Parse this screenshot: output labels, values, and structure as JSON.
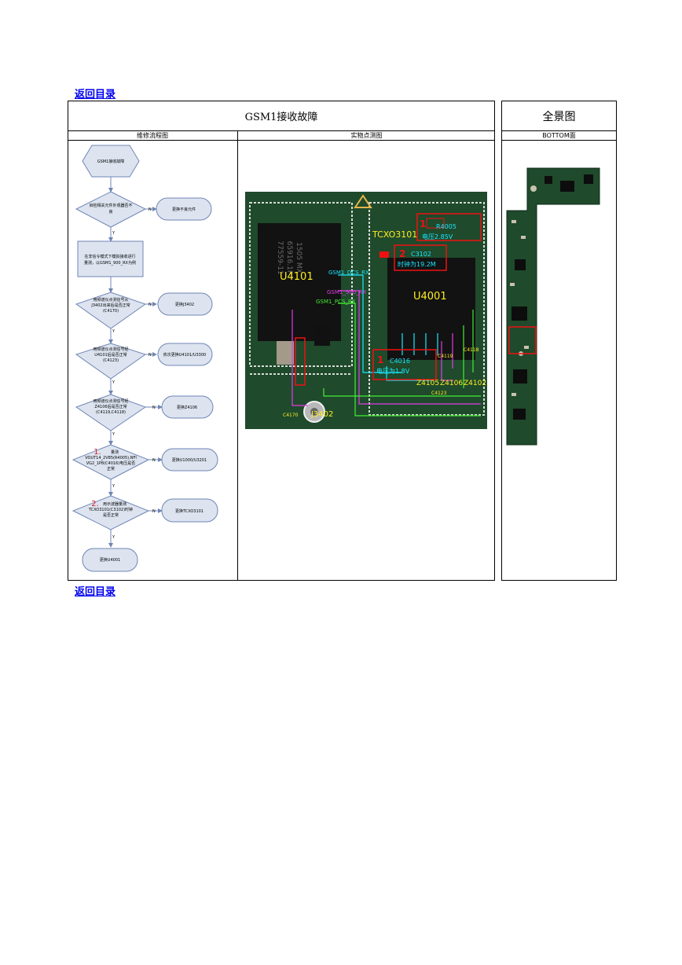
{
  "toc_link": "返回目录",
  "table": {
    "title": "GSM1接收故障",
    "panorama_title": "全景图",
    "col_flow": "维修流程图",
    "col_photo": "实物点测图",
    "col_board": "BOTTOM面"
  },
  "flow": {
    "start": "GSM1接收故障",
    "q1": [
      "目检相关元件外观器否不",
      "良"
    ],
    "a1": "更换不良元件",
    "note": [
      "在非信令模式下模拟接收进行",
      "量测，以GSM1_900_RX为例"
    ],
    "q2": [
      "用频谱仪点测信号从",
      "J3402出来后是否正常",
      "(C4170)"
    ],
    "a2": "更换J3402",
    "q3": [
      "用频谱仪点测信号经",
      "U4101后是否正常",
      "(C4123)"
    ],
    "a3": "依次更换U4101/U3300",
    "q4": [
      "用频谱仪点测信号经",
      "Z4106后是否正常",
      "(C4119,C4118)"
    ],
    "a4": "更换Z4106",
    "q5_num": "1.",
    "q5": [
      "量测",
      "VOUT14_2V85(R4005),NFI",
      "VG2_1P8(C4016)电压是否",
      "正常"
    ],
    "a5": "更换U1000/U3201",
    "q6_num": "2.",
    "q6": [
      "用示波器量测",
      "TCXO3101(C3102)时钟",
      "是否正常"
    ],
    "a6": "更换TCXO3101",
    "end": "更换U4001",
    "yes": "Y",
    "no": "N"
  },
  "photo": {
    "chip_left": "U4101",
    "chip_left_marking": [
      "77559-11",
      "65916.1P",
      "1505 MX"
    ],
    "chip_right": "U4001",
    "tcxo": "TCXO3101",
    "r4005": "R4005",
    "r4005_volt": "电压2.85V",
    "c3102": "C3102",
    "c3102_clock": "时钟为19.2M",
    "c4016": "C4016",
    "c4016_volt": "电压为1.8V",
    "sig_dcs": "GSM1_DCS_RX",
    "sig_900": "GSM1_900_RX",
    "sig_pcs": "GSM1_PCS_RX",
    "c4118": "C4118",
    "c4119": "C4119",
    "c4123": "C4123",
    "c4170": "C4170",
    "z4105": "Z4105",
    "z4106": "Z4106",
    "z4102": "Z4102",
    "j3402": "J3402",
    "num1": "1",
    "num2": "2"
  },
  "colors": {
    "pcb": "#1f4a2c",
    "chip": "#121212",
    "cyan": "#19e6ff",
    "magenta": "#e23ce6",
    "green": "#44ee33",
    "yellow": "#ffee22",
    "red": "#ee1111",
    "flow_fill": "#dde4f0",
    "flow_stroke": "#6f86b4"
  }
}
